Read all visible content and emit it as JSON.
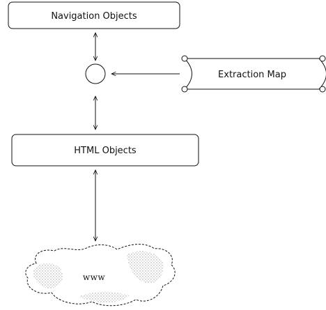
{
  "diagram": {
    "nodes": {
      "navigation_objects": "Navigation Objects",
      "html_objects": "HTML Objects",
      "extraction_map": "Extraction Map",
      "web_cloud": "www"
    },
    "colors": {
      "stroke": "#111111",
      "background": "#ffffff"
    }
  }
}
